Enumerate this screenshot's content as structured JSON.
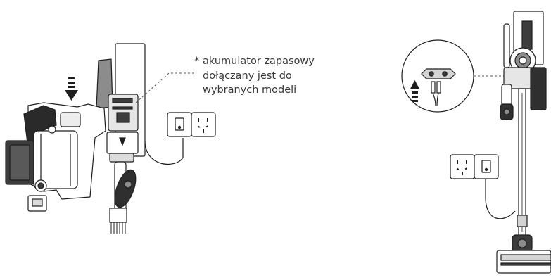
{
  "note": {
    "marker": "*",
    "lines": [
      "akumulator zapasowy",
      "dołączany jest do",
      "wybranych modeli"
    ]
  },
  "colors": {
    "line": "#1e1e1e",
    "dark": "#3a3a3a",
    "mid": "#8c8c8c",
    "light": "#d4d4d4",
    "dashed": "#555555"
  },
  "icons": {
    "charging_dock": "wall-dock-icon",
    "outlet": "wall-outlet-icon",
    "switch": "outlet-switch-icon",
    "arrow": "insert-arrow-icon",
    "plug": "dc-plug-icon"
  }
}
